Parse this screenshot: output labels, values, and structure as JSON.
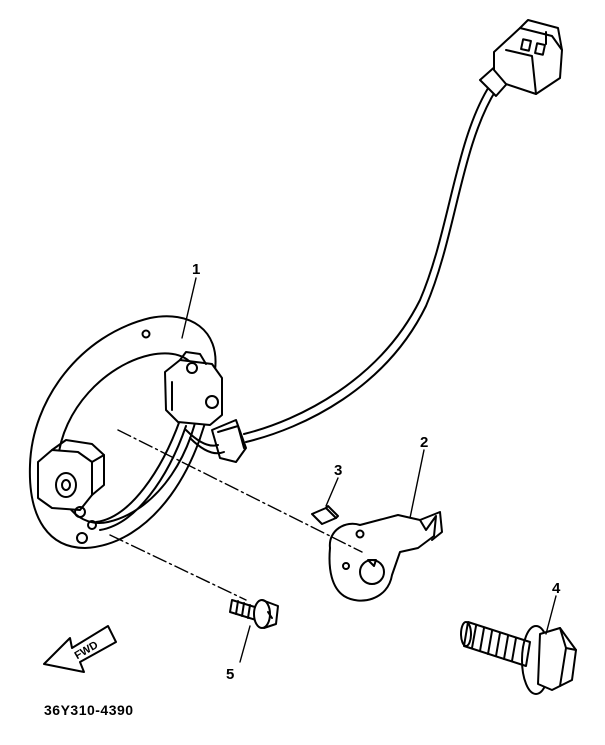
{
  "diagram": {
    "callouts": [
      {
        "id": "1",
        "label": "1"
      },
      {
        "id": "2",
        "label": "2"
      },
      {
        "id": "3",
        "label": "3"
      },
      {
        "id": "4",
        "label": "4"
      },
      {
        "id": "5",
        "label": "5"
      }
    ],
    "direction_badge": "FWD",
    "drawing_number": "36Y310-4390"
  }
}
